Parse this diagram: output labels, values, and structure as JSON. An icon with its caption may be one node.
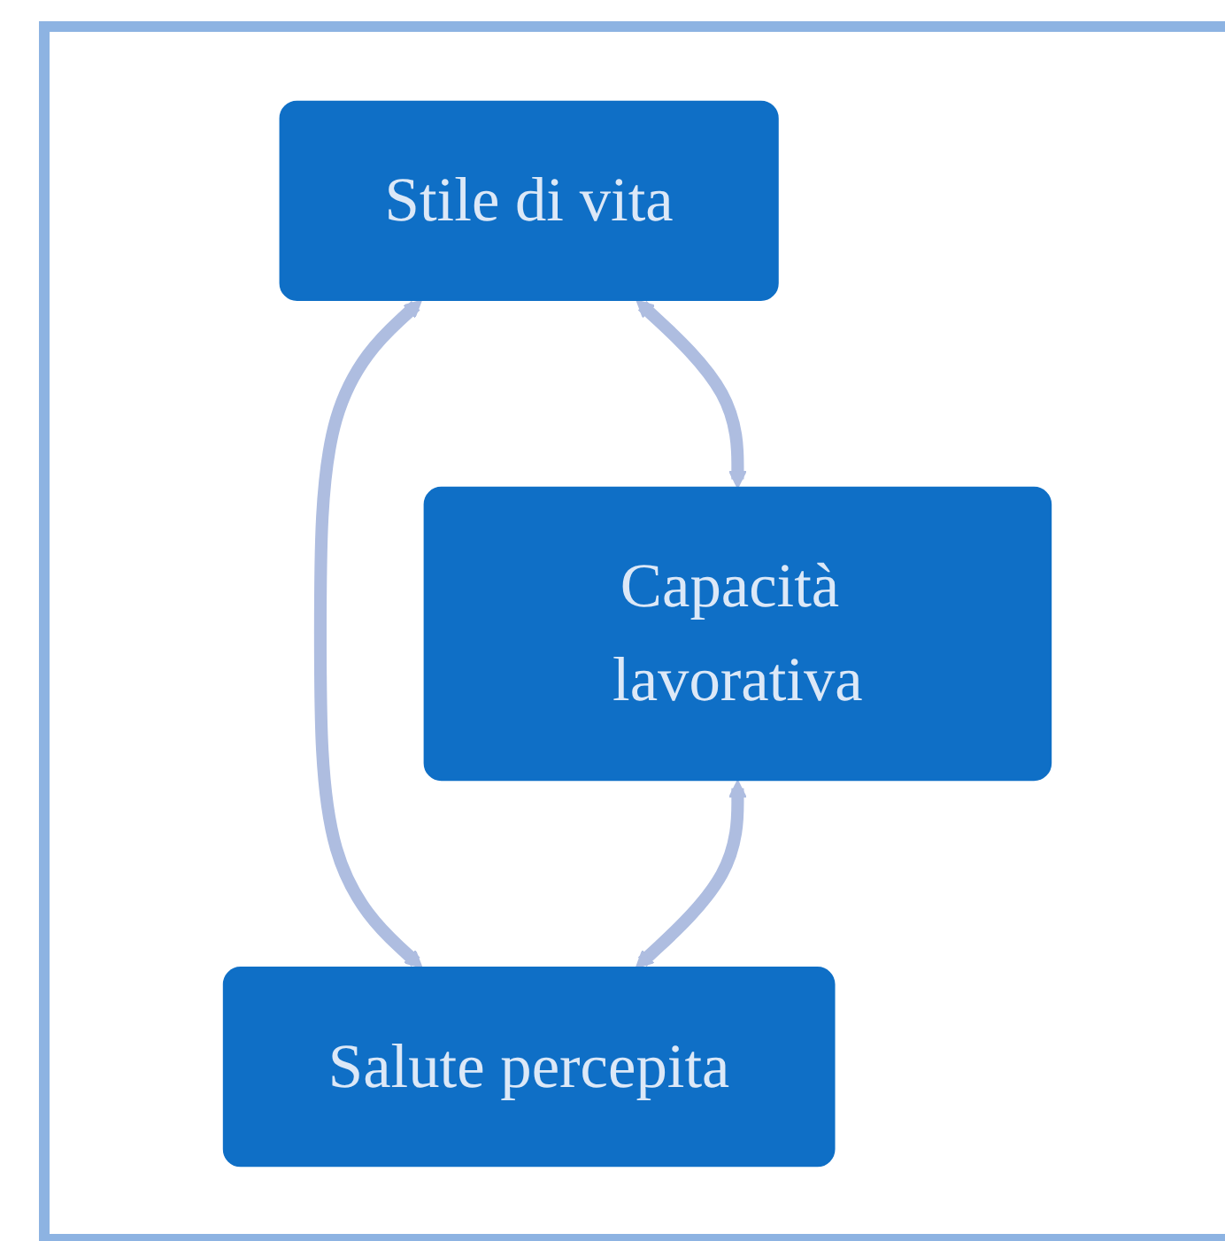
{
  "diagram": {
    "nodes": [
      {
        "text": [
          "Stile di vita"
        ]
      },
      {
        "text": [
          "Capacità lavorativa"
        ]
      },
      {
        "text": [
          "Salute percepita"
        ]
      }
    ],
    "edges": [
      {
        "from": 0,
        "to": 1,
        "arrow": "both"
      },
      {
        "from": 0,
        "to": 2,
        "arrow": "both"
      },
      {
        "from": 1,
        "to": 2,
        "arrow": "both"
      }
    ]
  }
}
